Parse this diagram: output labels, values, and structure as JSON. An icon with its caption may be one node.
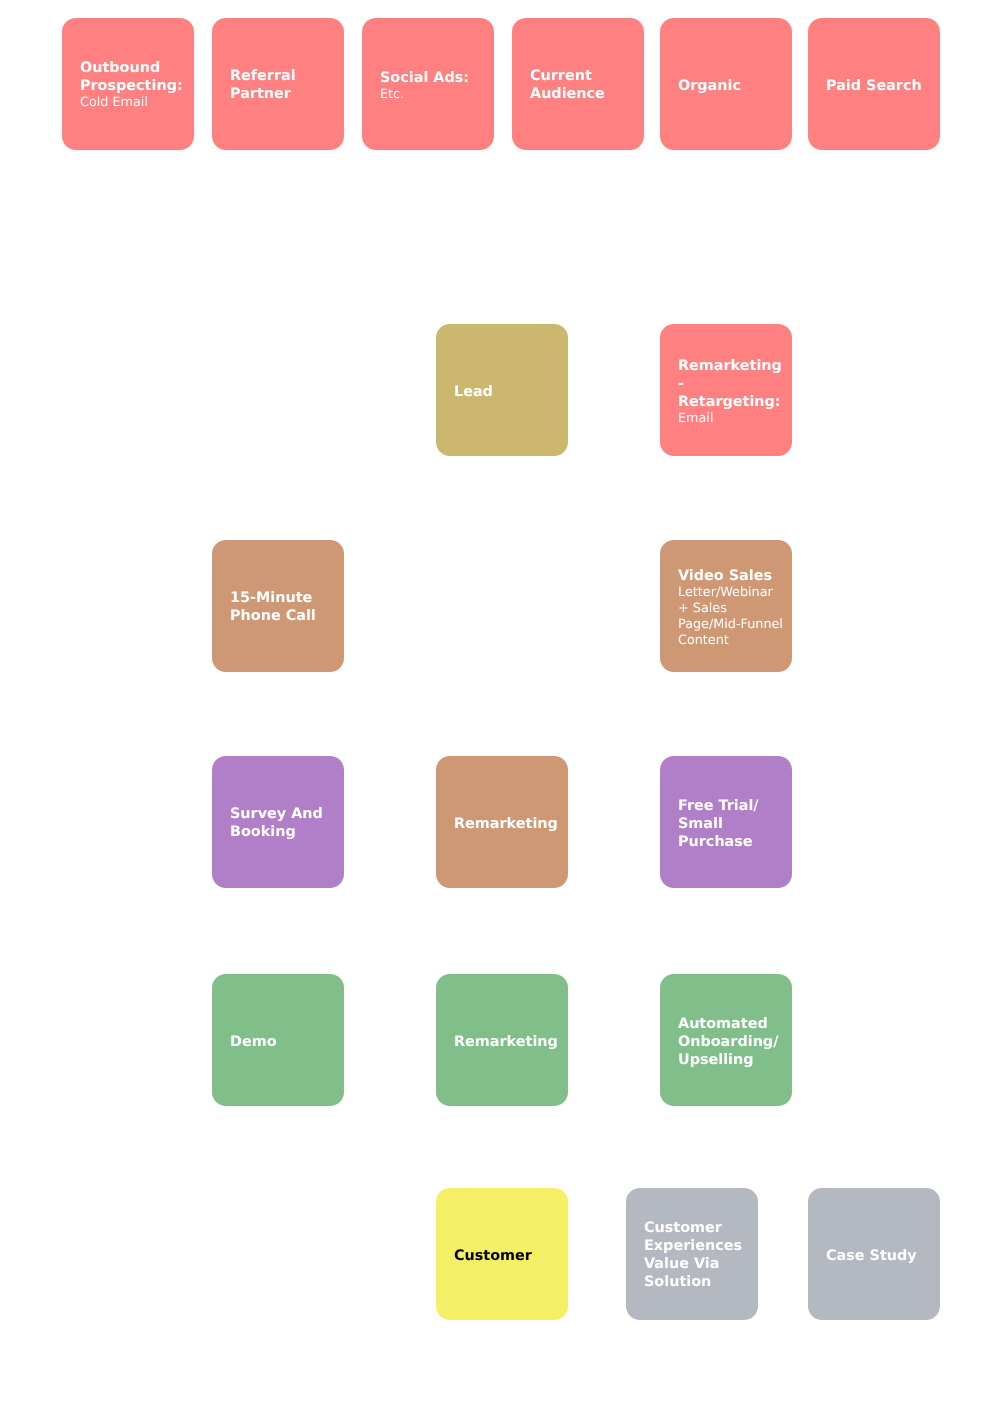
{
  "diagram": {
    "nodes": [
      {
        "text": [
          "Outbound Prospecting:",
          "Cold Email"
        ]
      },
      {
        "text": [
          "Referral Partner"
        ]
      },
      {
        "text": [
          "Social Ads:",
          "Etc."
        ]
      },
      {
        "text": [
          "Current Audience"
        ]
      },
      {
        "text": [
          "Organic"
        ]
      },
      {
        "text": [
          "Paid Search"
        ]
      },
      {
        "text": [
          "Lead"
        ]
      },
      {
        "text": [
          "Remarketing - Retargeting:",
          "Email"
        ]
      },
      {
        "text": [
          "15-Minute Phone Call"
        ]
      },
      {
        "text": [
          "Video Sales",
          "Letter/Webinar + Sales Page/Mid-Funnel Content"
        ]
      },
      {
        "text": [
          "Survey And Booking"
        ]
      },
      {
        "text": [
          "Remarketing"
        ]
      },
      {
        "text": [
          "Free Trial/ Small Purchase"
        ]
      },
      {
        "text": [
          "Demo"
        ]
      },
      {
        "text": [
          "Remarketing"
        ]
      },
      {
        "text": [
          "Automated Onboarding/ Upselling"
        ]
      },
      {
        "text": [
          "Customer"
        ]
      },
      {
        "text": [
          "Customer Experiences Value Via Solution"
        ]
      },
      {
        "text": [
          "Case Study"
        ]
      }
    ]
  }
}
